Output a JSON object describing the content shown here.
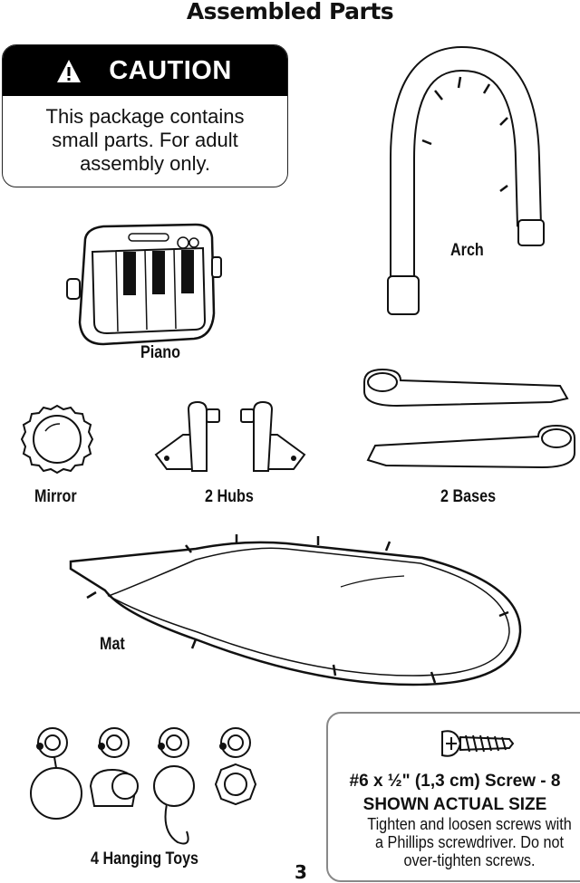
{
  "page": {
    "title": "Assembled Parts",
    "page_number": "3"
  },
  "caution": {
    "heading": "CAUTION",
    "text_lines": [
      "This package contains",
      "small parts. For adult",
      "assembly only."
    ]
  },
  "parts": {
    "arch": "Arch",
    "piano": "Piano",
    "mirror": "Mirror",
    "hubs": "2 Hubs",
    "bases": "2 Bases",
    "mat": "Mat",
    "toys": "4 Hanging Toys"
  },
  "screw": {
    "title": "#6 x ½\" (1,3 cm) Screw - 8",
    "actual_size": "SHOWN ACTUAL SIZE",
    "text_lines": [
      "Tighten and loosen screws with",
      "a Phillips screwdriver. Do not",
      "over-tighten screws."
    ]
  },
  "icons": [
    "warning-icon"
  ]
}
